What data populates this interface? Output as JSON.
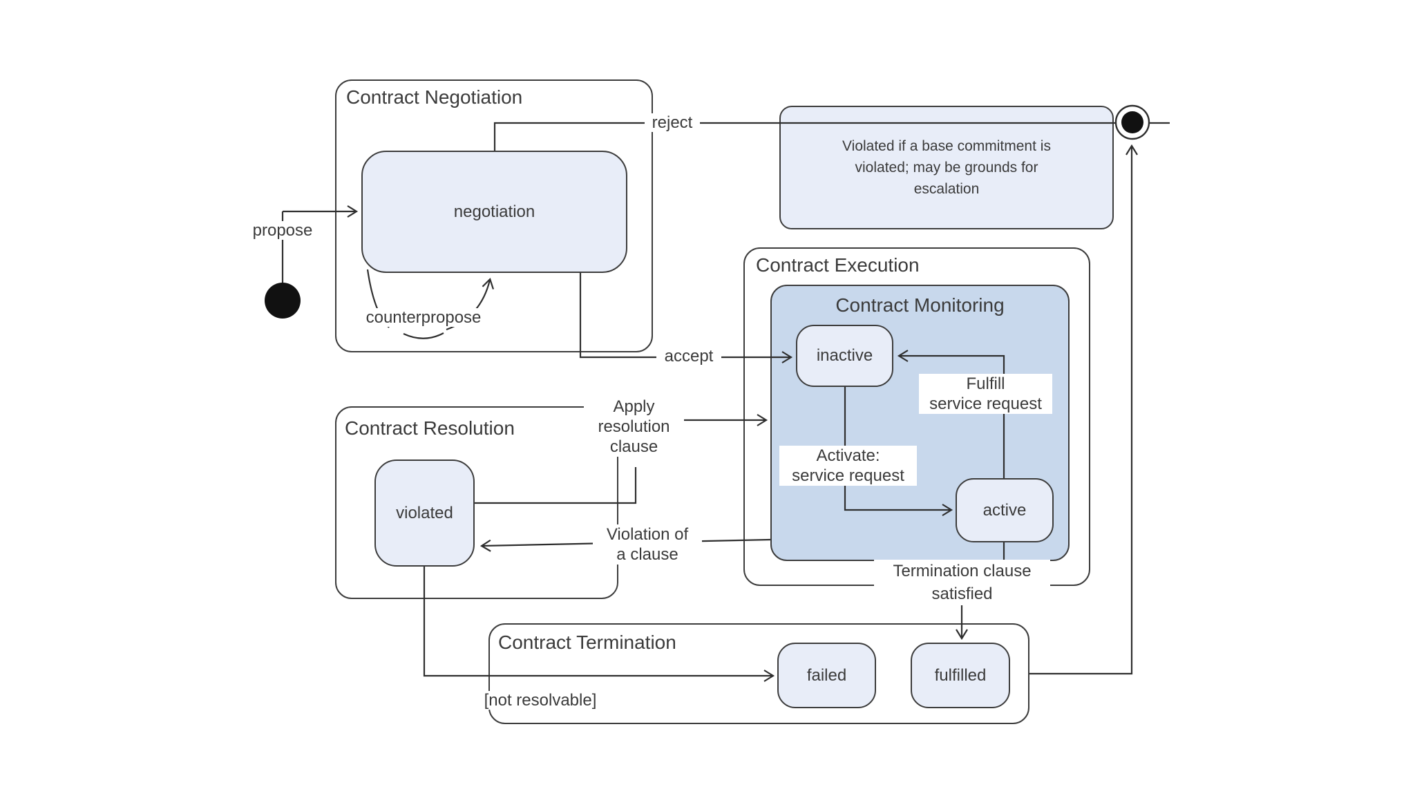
{
  "diagram_type": "uml-state-machine-contract-lifecycle",
  "containers": {
    "negotiation": {
      "title": "Contract Negotiation"
    },
    "execution": {
      "title": "Contract Execution"
    },
    "monitoring": {
      "title": "Contract Monitoring"
    },
    "resolution": {
      "title": "Contract Resolution"
    },
    "termination": {
      "title": "Contract Termination"
    }
  },
  "states": {
    "negotiation": "negotiation",
    "inactive": "inactive",
    "active": "active",
    "violated": "violated",
    "failed": "failed",
    "fulfilled": "fulfilled"
  },
  "transitions": {
    "propose": "propose",
    "counterpropose": "counterpropose",
    "reject": "reject",
    "accept": "accept",
    "apply": {
      "lines": [
        "Apply",
        "resolution",
        "clause"
      ]
    },
    "violation": {
      "lines": [
        "Violation of",
        "a clause"
      ]
    },
    "activate": {
      "lines": [
        "Activate:",
        "service request"
      ]
    },
    "fulfill": {
      "lines": [
        "Fulfill",
        "service request"
      ]
    },
    "termination_satisfied": {
      "lines": [
        "Termination clause",
        "satisfied"
      ]
    },
    "not_resolvable": "[not resolvable]"
  },
  "note": {
    "lines": [
      "Violated if a base commitment is",
      "violated; may be grounds for",
      "escalation"
    ]
  },
  "markers": {
    "initial_state": "initial-state-dot",
    "final_state": "final-state-bullseye"
  },
  "colors": {
    "line": "#2e2e2e",
    "text": "#3a3a3a",
    "state_fill": "#e8edf8",
    "monitoring_fill": "#c8d8ec",
    "note_fill": "#e8edf8",
    "container_border": "#3c3c3c",
    "black": "#111111",
    "white": "#ffffff"
  }
}
